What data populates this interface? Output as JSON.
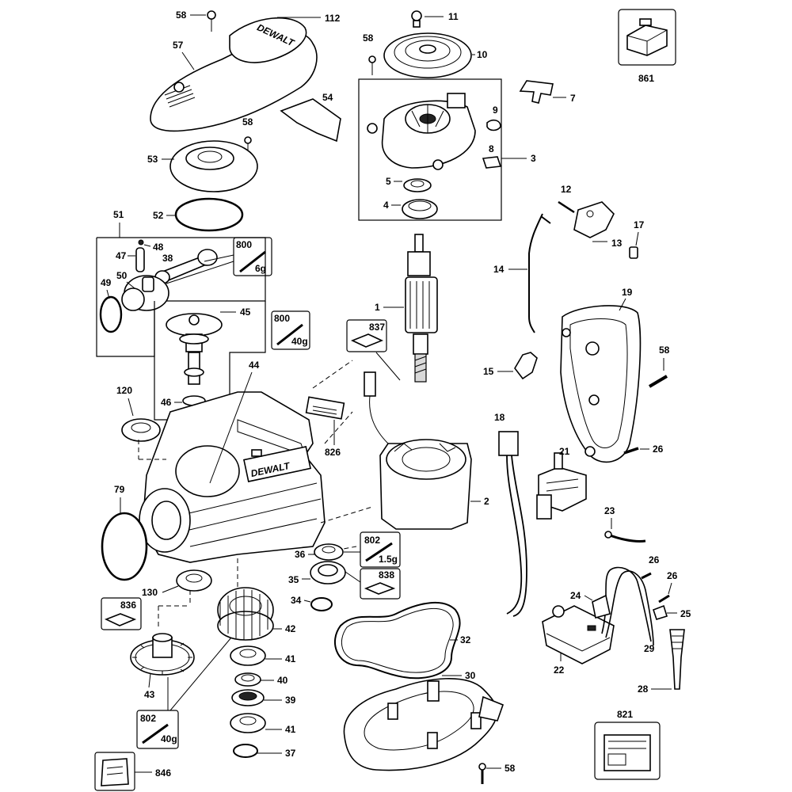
{
  "diagram": {
    "brand_logo_text": "DEWALT",
    "callouts": {
      "c58_top": "58",
      "c112": "112",
      "c57": "57",
      "c54": "54",
      "c58_mid": "58",
      "c53": "53",
      "c52": "52",
      "c11": "11",
      "c58_b": "58",
      "c10": "10",
      "c3": "3",
      "c9": "9",
      "c8": "8",
      "c5": "5",
      "c4": "4",
      "c7": "7",
      "c861": "861",
      "c12": "12",
      "c17": "17",
      "c13": "13",
      "c14": "14",
      "c19": "19",
      "c58_r": "58",
      "c15": "15",
      "c26_r": "26",
      "c51": "51",
      "c48": "48",
      "c47": "47",
      "c38": "38",
      "c49": "49",
      "c50": "50",
      "c45": "45",
      "c46": "46",
      "c44": "44",
      "c120": "120",
      "c826": "826",
      "c79": "79",
      "c1": "1",
      "c837": "837",
      "c2": "2",
      "c18": "18",
      "c21": "21",
      "c23": "23",
      "c36": "36",
      "c35": "35",
      "c838": "838",
      "c34": "34",
      "c130": "130",
      "c836": "836",
      "c42": "42",
      "c43": "43",
      "c41a": "41",
      "c40": "40",
      "c39": "39",
      "c41b": "41",
      "c37": "37",
      "c32": "32",
      "c30": "30",
      "c26a": "26",
      "c26b": "26",
      "c24": "24",
      "c25": "25",
      "c29": "29",
      "c22": "22",
      "c28": "28",
      "c821": "821",
      "c846": "846",
      "c58_bottom": "58"
    },
    "grease_labels": {
      "g800a_num": "800",
      "g800a_qty": "6g",
      "g800b_num": "800",
      "g800b_qty": "40g",
      "g802a_num": "802",
      "g802a_qty": "1.5g",
      "g802b_num": "802",
      "g802b_qty": "40g"
    }
  }
}
